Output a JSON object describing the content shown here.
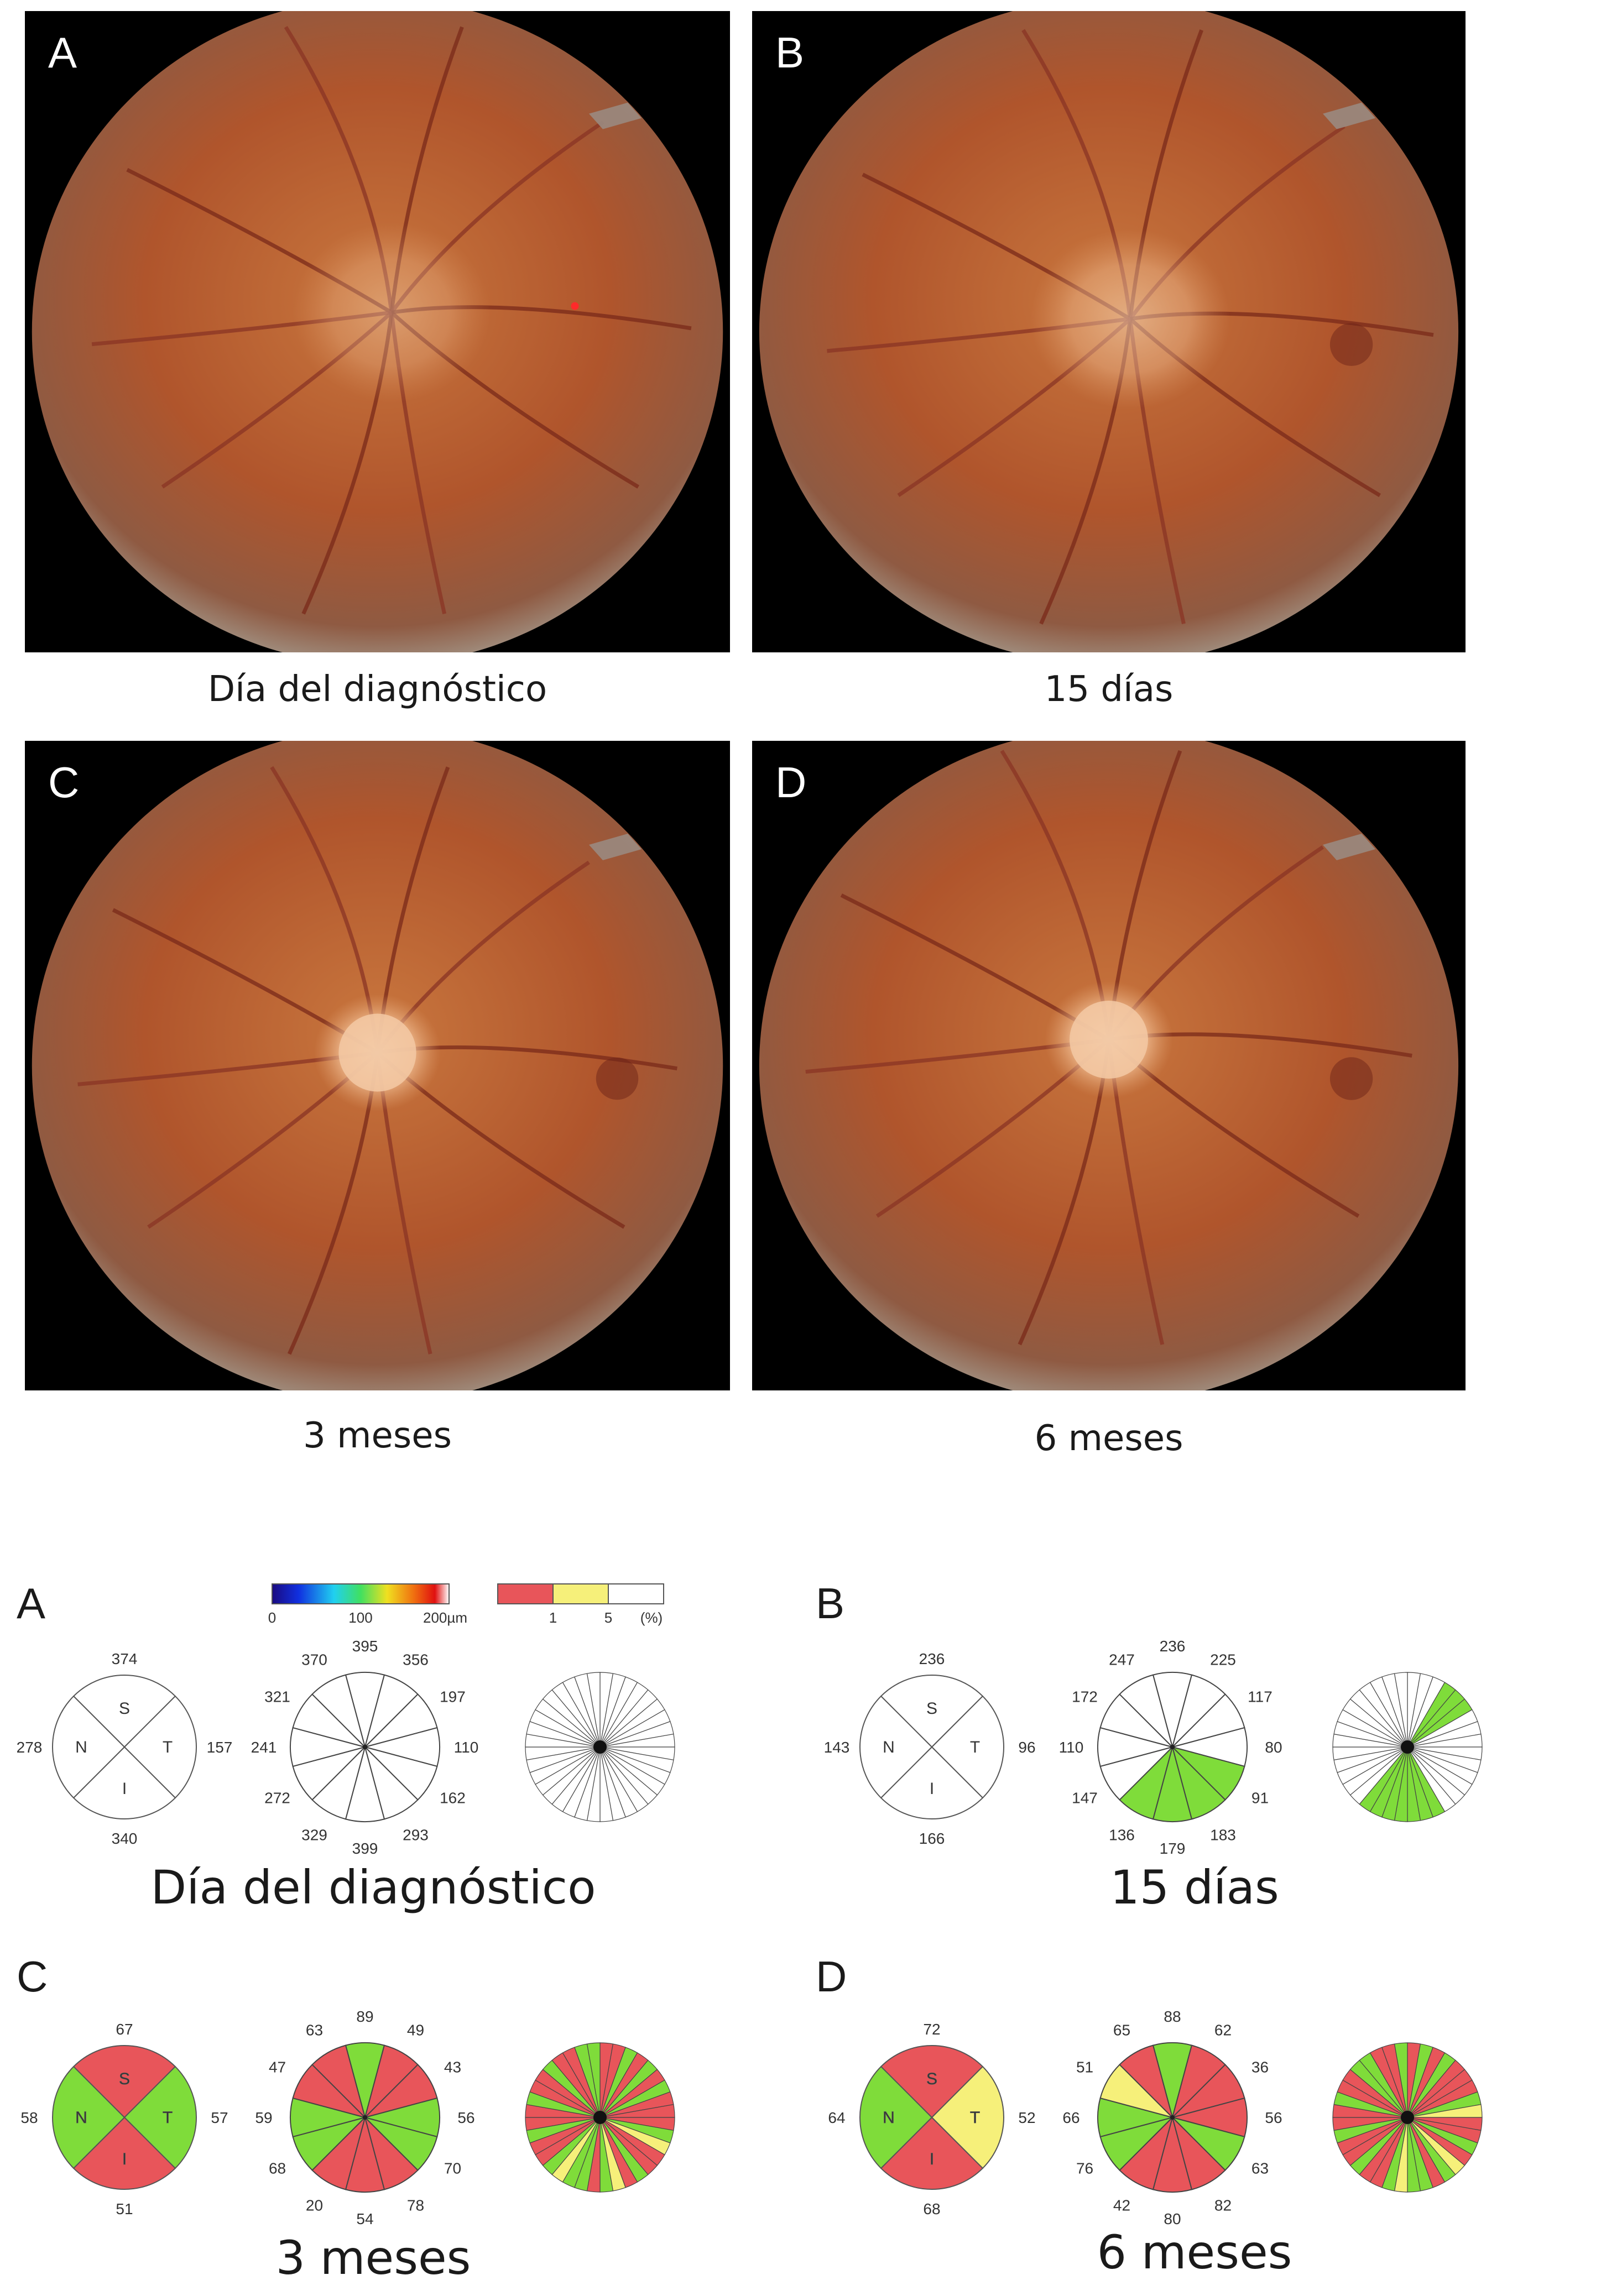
{
  "fundus": {
    "panels": [
      {
        "letter": "A",
        "caption": "Día del diagnóstico"
      },
      {
        "letter": "B",
        "caption": "15 días"
      },
      {
        "letter": "C",
        "caption": "3 meses"
      },
      {
        "letter": "D",
        "caption": "6 meses"
      }
    ]
  },
  "legend": {
    "thickness_ticks": [
      "0",
      "100",
      "200µm"
    ],
    "percent_ticks": [
      "1",
      "5",
      "(%)"
    ],
    "colors": {
      "red": "#e8555a",
      "yellow": "#f6f07a",
      "green": "#7fdc3a",
      "white": "#ffffff"
    }
  },
  "oct": {
    "panels": [
      {
        "letter": "A",
        "caption": "Día del diagnóstico",
        "quadrant": {
          "S": "374",
          "N": "278",
          "T": "157",
          "I": "340",
          "labels": {
            "S": "S",
            "N": "N",
            "T": "T",
            "I": "I"
          },
          "colors": {
            "S": "white",
            "N": "white",
            "T": "white",
            "I": "white"
          }
        },
        "clock": {
          "values": [
            "395",
            "356",
            "197",
            "110",
            "162",
            "293",
            "399",
            "329",
            "272",
            "241",
            "321",
            "370"
          ],
          "colors": [
            "white",
            "white",
            "white",
            "white",
            "white",
            "white",
            "white",
            "white",
            "white",
            "white",
            "white",
            "white"
          ]
        },
        "fine": "none"
      },
      {
        "letter": "B",
        "caption": "15 días",
        "quadrant": {
          "S": "236",
          "N": "143",
          "T": "96",
          "I": "166",
          "labels": {
            "S": "S",
            "N": "N",
            "T": "T",
            "I": "I"
          },
          "colors": {
            "S": "white",
            "N": "white",
            "T": "white",
            "I": "white"
          }
        },
        "clock": {
          "values": [
            "236",
            "225",
            "117",
            "80",
            "91",
            "183",
            "179",
            "136",
            "147",
            "110",
            "172",
            "247"
          ],
          "colors": [
            "white",
            "white",
            "white",
            "white",
            "green",
            "green",
            "green",
            "green",
            "white",
            "white",
            "white",
            "white"
          ]
        },
        "fine": "sparse-green"
      },
      {
        "letter": "C",
        "caption": "3 meses",
        "quadrant": {
          "S": "67",
          "N": "58",
          "T": "57",
          "I": "51",
          "labels": {
            "S": "S",
            "N": "N",
            "T": "T",
            "I": "I"
          },
          "colors": {
            "S": "red",
            "N": "green",
            "T": "green",
            "I": "red"
          }
        },
        "clock": {
          "values": [
            "89",
            "49",
            "43",
            "56",
            "70",
            "78",
            "54",
            "20",
            "68",
            "59",
            "47",
            "63"
          ],
          "colors": [
            "green",
            "red",
            "red",
            "green",
            "green",
            "red",
            "red",
            "red",
            "green",
            "green",
            "red",
            "red"
          ]
        },
        "fine": "mixed"
      },
      {
        "letter": "D",
        "caption": "6 meses",
        "quadrant": {
          "S": "72",
          "N": "64",
          "T": "52",
          "I": "68",
          "labels": {
            "S": "S",
            "N": "N",
            "T": "T",
            "I": "I"
          },
          "colors": {
            "S": "red",
            "N": "green",
            "T": "yellow",
            "I": "red"
          }
        },
        "clock": {
          "values": [
            "88",
            "62",
            "36",
            "56",
            "63",
            "82",
            "80",
            "42",
            "76",
            "66",
            "51",
            "65"
          ],
          "colors": [
            "green",
            "red",
            "red",
            "red",
            "green",
            "red",
            "red",
            "red",
            "green",
            "green",
            "yellow",
            "red"
          ]
        },
        "fine": "mixed"
      }
    ]
  }
}
